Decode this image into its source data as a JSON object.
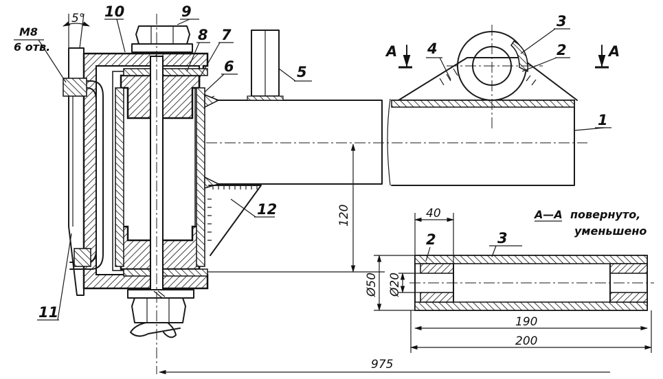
{
  "part_labels": {
    "p1": "1",
    "p2": "2",
    "p3": "3",
    "p4": "4",
    "p5": "5",
    "p6": "6",
    "p7": "7",
    "p8": "8",
    "p9": "9",
    "p10": "10",
    "p11": "11",
    "p12": "12",
    "p2_section": "2",
    "p3_section": "3"
  },
  "thread_note": {
    "thread": "M8",
    "holes": "6 отв."
  },
  "angle": "5°",
  "section_marks": {
    "left": "A",
    "right": "A"
  },
  "section_title": {
    "name": "А—А",
    "line1": "повернуто,",
    "line2": "уменьшено"
  },
  "dimensions": {
    "height": "120",
    "width_40": "40",
    "dia_outer": "Ø50",
    "dia_inner": "Ø20",
    "len_190": "190",
    "len_200": "200",
    "len_975": "975"
  }
}
